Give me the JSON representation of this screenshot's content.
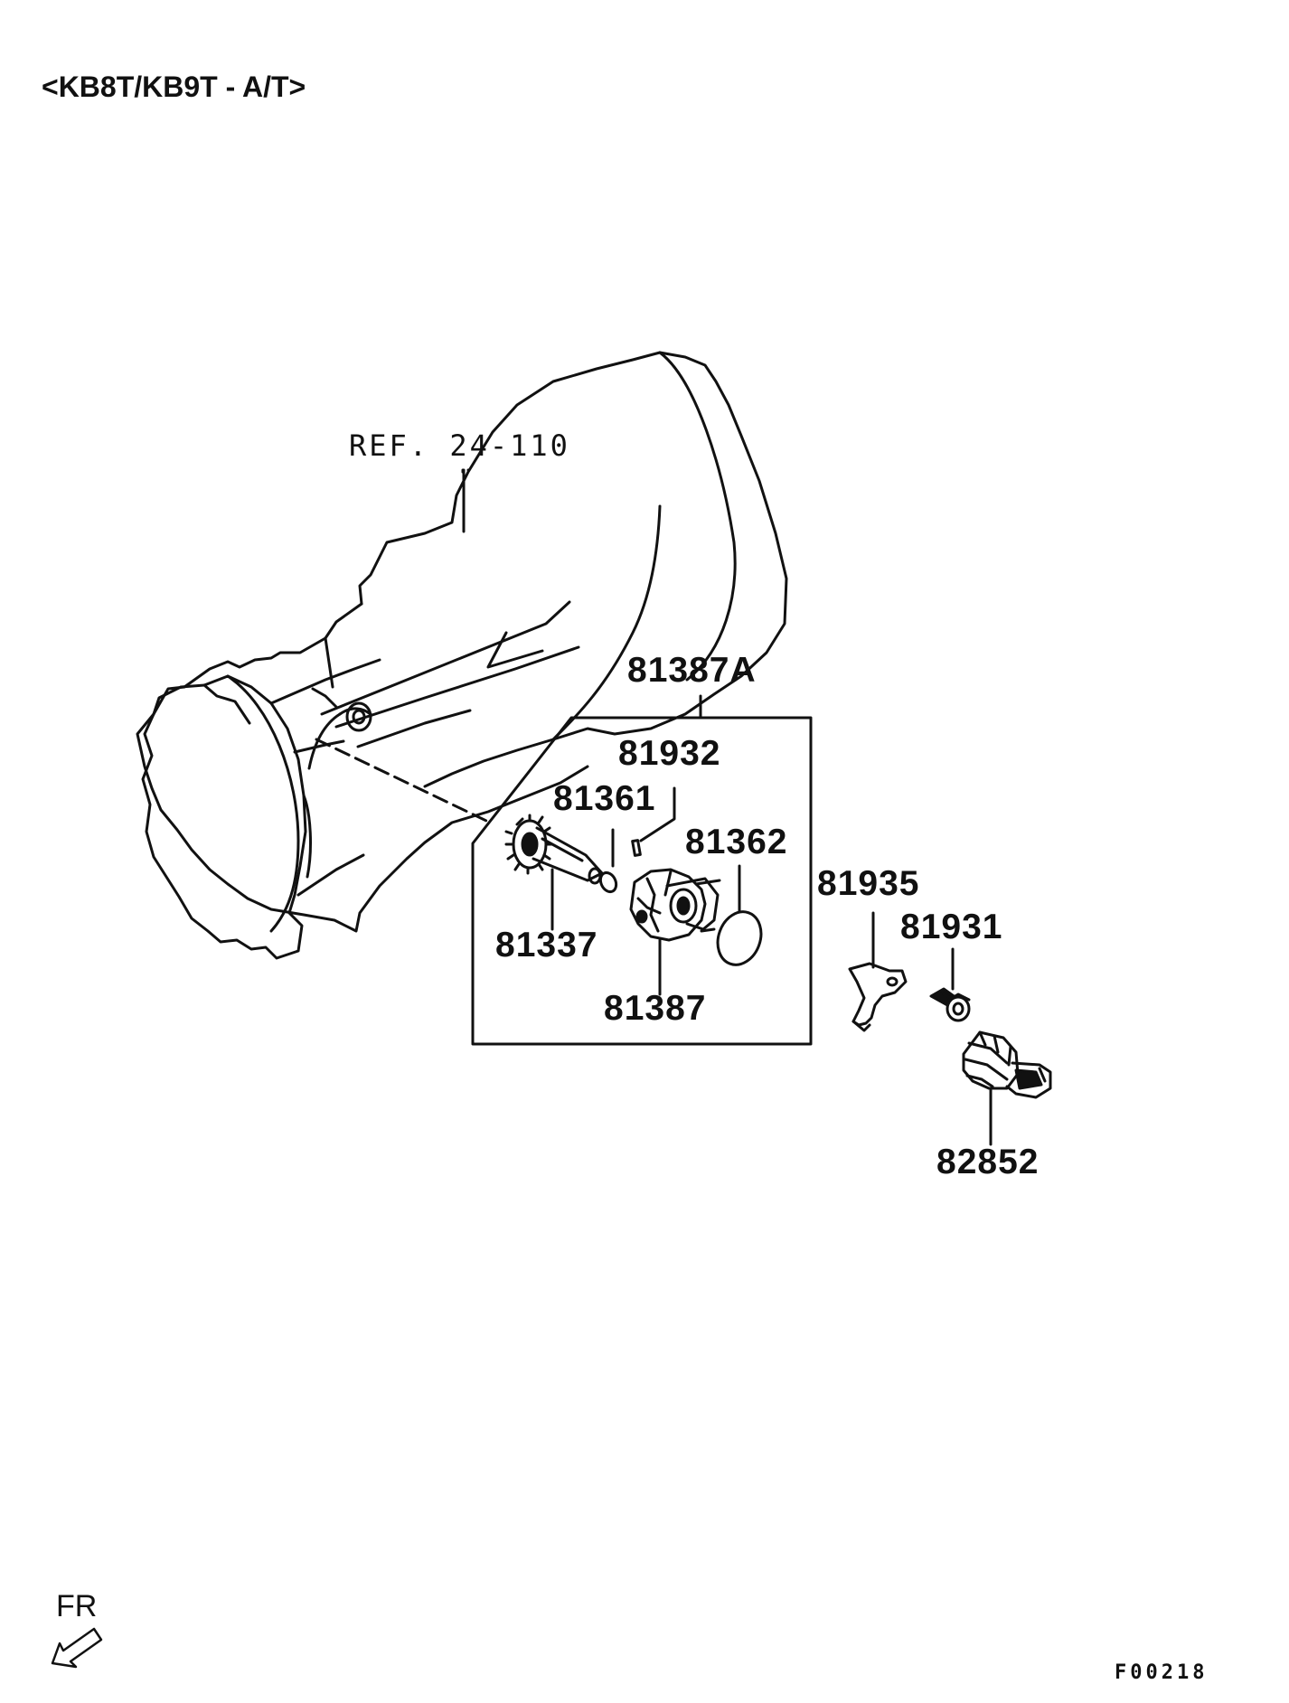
{
  "diagram": {
    "title": "<KB8T/KB9T - A/T>",
    "reference": "REF. 24-110",
    "orientation_label": "FR",
    "figure_code": "F00218",
    "part_numbers": {
      "kit": "81387A",
      "p81932": "81932",
      "p81361": "81361",
      "p81362": "81362",
      "p81337": "81337",
      "p81387": "81387",
      "p81935": "81935",
      "p81931": "81931",
      "p82852": "82852"
    }
  }
}
